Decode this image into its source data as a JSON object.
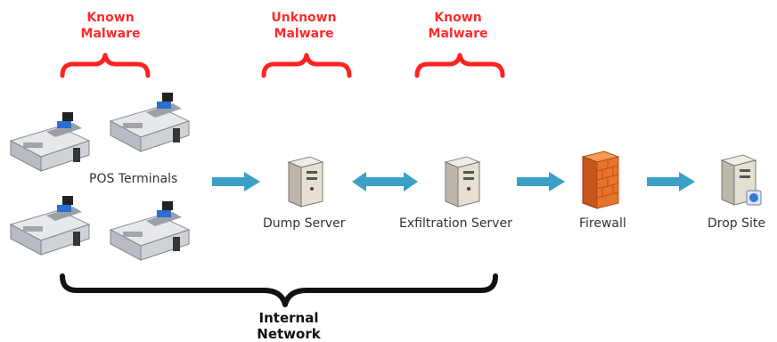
{
  "malware_labels": {
    "pos": [
      "Known",
      "Malware"
    ],
    "dump": [
      "Unknown",
      "Malware"
    ],
    "exfil": [
      "Known",
      "Malware"
    ]
  },
  "nodes": {
    "pos": "POS Terminals",
    "dump": "Dump Server",
    "exfil": "Exfiltration Server",
    "firewall": "Firewall",
    "drop": "Drop Site"
  },
  "internal_network": [
    "Internal",
    "Network"
  ],
  "icons": {
    "pos": "cash-register-icon",
    "server": "server-tower-icon",
    "firewall": "brick-firewall-icon",
    "drop": "server-with-globe-icon"
  },
  "colors": {
    "malware_text": "#ff2a2a",
    "arrow": "#3aa0c8",
    "firewall": "#e8732a"
  }
}
